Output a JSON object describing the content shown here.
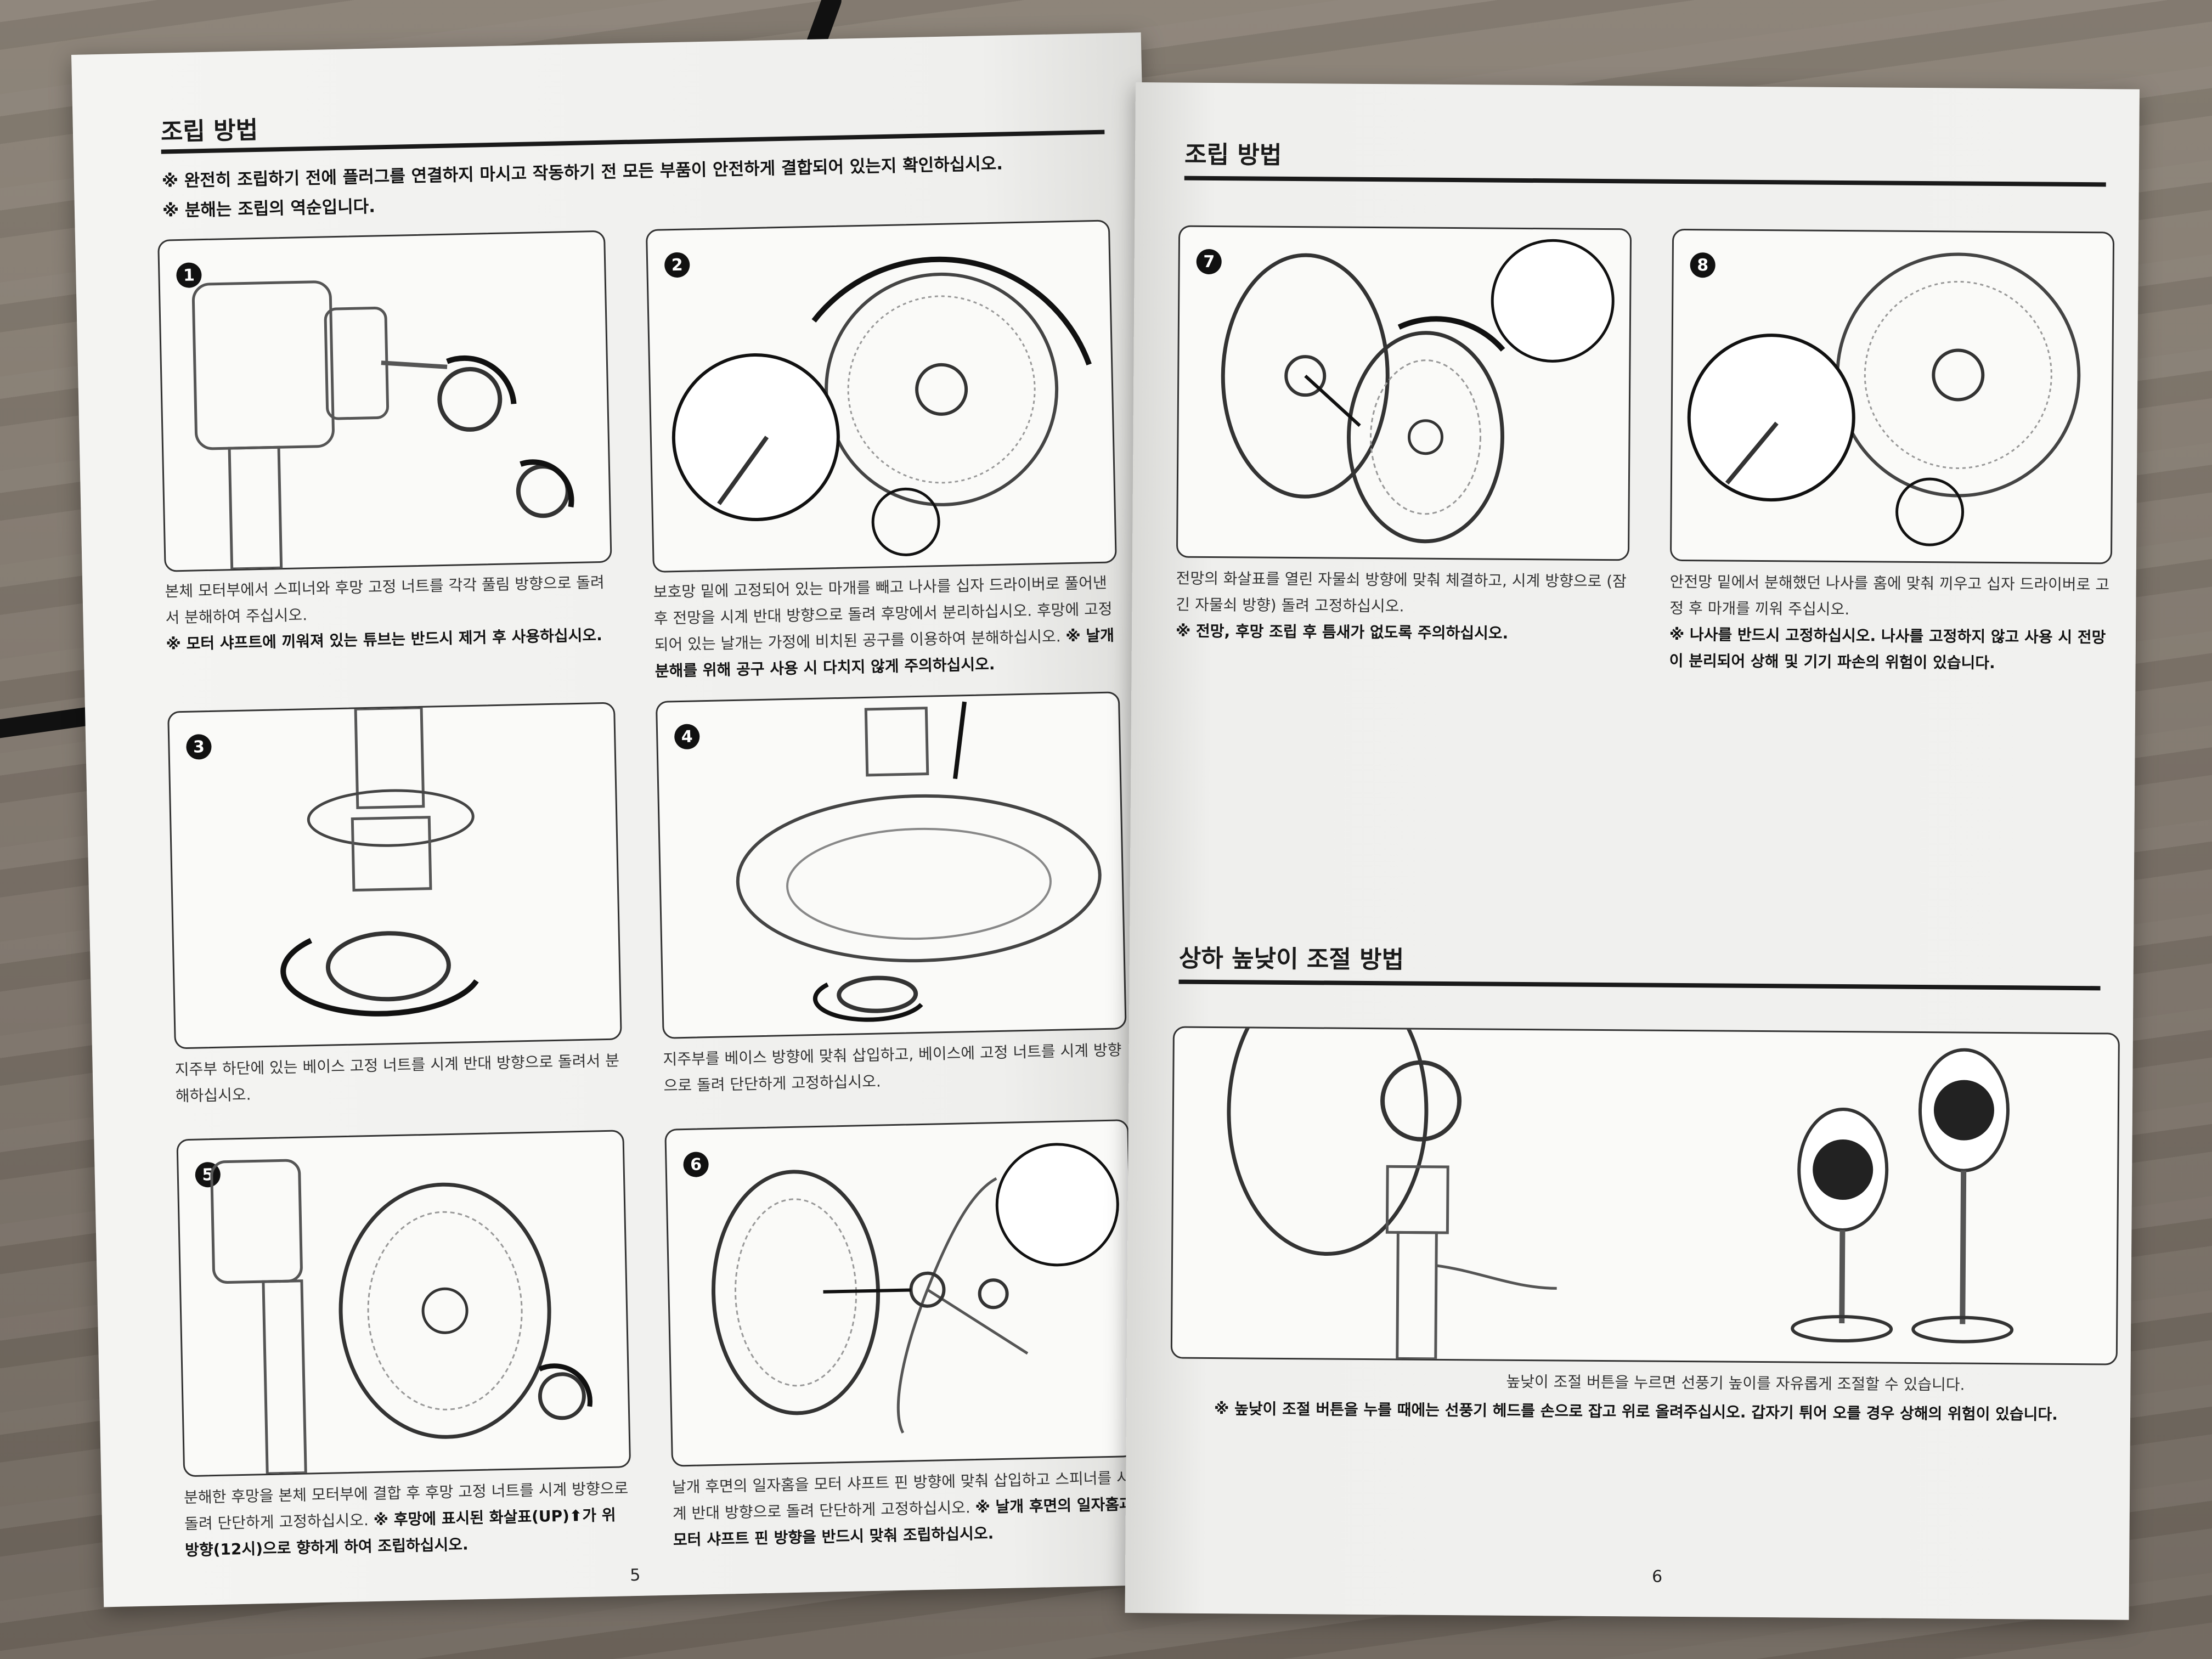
{
  "left_page": {
    "title": "조립 방법",
    "notes": [
      "※ 완전히 조립하기 전에 플러그를 연결하지 마시고 작동하기 전 모든 부품이 안전하게 결합되어 있는지 확인하십시오.",
      "※ 분해는 조립의 역순입니다."
    ],
    "steps": [
      {
        "num": "1",
        "caption": "본체 모터부에서 스피너와 후망 고정 너트를 각각 풀림 방향으로 돌려서 분해하여 주십시오.",
        "note": "※ 모터 샤프트에 끼워져 있는 튜브는 반드시 제거 후 사용하십시오."
      },
      {
        "num": "2",
        "caption": "보호망 밑에 고정되어 있는 마개를 빼고 나사를 십자 드라이버로 풀어낸 후 전망을 시계 반대 방향으로 돌려 후망에서 분리하십시오. 후망에 고정되어 있는 날개는 가정에 비치된 공구를 이용하여 분해하십시오.",
        "note": "※ 날개 분해를 위해 공구 사용 시 다치지 않게 주의하십시오."
      },
      {
        "num": "3",
        "caption": "지주부 하단에 있는 베이스 고정 너트를 시계 반대 방향으로 돌려서 분해하십시오.",
        "note": ""
      },
      {
        "num": "4",
        "caption": "지주부를 베이스 방향에 맞춰 삽입하고, 베이스에 고정 너트를 시계 방향으로 돌려 단단하게 고정하십시오.",
        "note": ""
      },
      {
        "num": "5",
        "caption": "분해한 후망을 본체 모터부에 결합 후 후망 고정 너트를 시계 방향으로 돌려 단단하게 고정하십시오.",
        "note": "※ 후망에 표시된 화살표(UP)⬆가 위 방향(12시)으로 향하게 하여 조립하십시오."
      },
      {
        "num": "6",
        "caption": "날개 후면의 일자홈을 모터 샤프트 핀 방향에 맞춰 삽입하고 스피너를 시계 반대 방향으로 돌려 단단하게 고정하십시오.",
        "note": "※ 날개 후면의 일자홈과 모터 샤프트 핀 방향을 반드시 맞춰 조립하십시오."
      }
    ],
    "page_number": "5"
  },
  "right_page": {
    "title": "조립 방법",
    "steps": [
      {
        "num": "7",
        "caption": "전망의 화살표를 열린 자물쇠 방향에 맞춰 체결하고, 시계 방향으로 (잠긴 자물쇠 방향) 돌려 고정하십시오.",
        "note": "※ 전망, 후망 조립 후 틈새가 없도록 주의하십시오."
      },
      {
        "num": "8",
        "caption": "안전망 밑에서 분해했던 나사를 홈에 맞춰 끼우고 십자 드라이버로 고정 후 마개를 끼워 주십시오.",
        "note": "※ 나사를 반드시 고정하십시오. 나사를 고정하지 않고 사용 시 전망이 분리되어 상해 및 기기 파손의 위험이 있습니다."
      }
    ],
    "height_section": {
      "title": "상하 높낮이 조절 방법",
      "caption": "높낮이 조절 버튼을 누르면 선풍기 높이를 자유롭게 조절할 수 있습니다.",
      "note": "※ 높낮이 조절 버튼을 누를 때에는 선풍기 헤드를 손으로 잡고 위로 올려주십시오. 갑자기 튀어 오를 경우 상해의 위험이 있습니다."
    },
    "page_number": "6"
  }
}
